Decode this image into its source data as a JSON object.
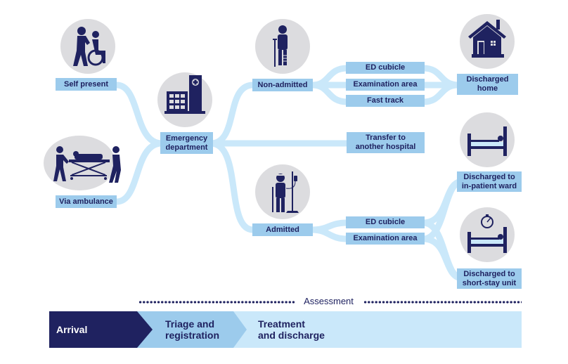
{
  "colors": {
    "navy": "#1f2260",
    "box_blue": "#9ccbec",
    "flow_light": "#cae8fa",
    "circle_grey": "#dcdcdf",
    "stage_mid": "#9ccbec",
    "stage_light": "#cae8fa"
  },
  "arrival": {
    "self_present": {
      "label": "Self present",
      "icon": "walking-assist-wheelchair-icon"
    },
    "via_ambulance": {
      "label": "Via ambulance",
      "icon": "stretcher-paramedics-icon"
    }
  },
  "emergency_department": {
    "label": "Emergency department",
    "line1": "Emergency",
    "line2": "department",
    "icon": "hospital-building-icon"
  },
  "non_admitted": {
    "label": "Non-admitted",
    "icon": "patient-crutch-cast-icon",
    "options": [
      "ED cubicle",
      "Examination area",
      "Fast track"
    ],
    "outcome": {
      "line1": "Discharged",
      "line2": "home",
      "icon": "house-icon"
    }
  },
  "transfer": {
    "line1": "Transfer to",
    "line2": "another hospital"
  },
  "admitted": {
    "label": "Admitted",
    "icon": "patient-iv-drip-icon",
    "options": [
      "ED cubicle",
      "Examination area"
    ],
    "outcomes": [
      {
        "line1": "Discharged to",
        "line2": "in-patient ward",
        "icon": "hospital-bed-icon"
      },
      {
        "line1": "Discharged to",
        "line2": "short-stay unit",
        "icon": "bed-stopwatch-icon"
      }
    ]
  },
  "timeline": {
    "assessment_label": "Assessment",
    "stages": [
      {
        "line1": "Arrival",
        "line2": ""
      },
      {
        "line1": "Triage and",
        "line2": "registration"
      },
      {
        "line1": "Treatment",
        "line2": "and discharge"
      }
    ]
  }
}
